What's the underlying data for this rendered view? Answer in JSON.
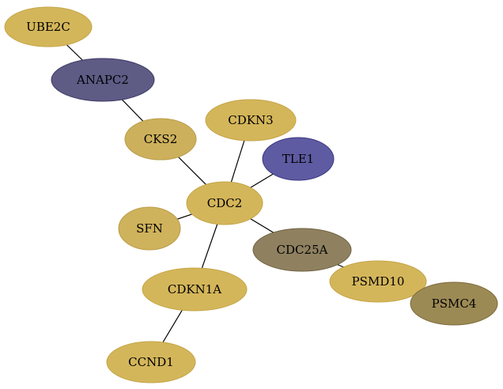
{
  "nodes": [
    {
      "id": "UBE2C",
      "label": "UBE2C",
      "fill": "#d4b65a",
      "stroke": "#c4a548"
    },
    {
      "id": "ANAPC2",
      "label": "ANAPC2",
      "fill": "#5e5b85",
      "stroke": "#3b3865"
    },
    {
      "id": "CKS2",
      "label": "CKS2",
      "fill": "#cdb05c",
      "stroke": "#b99c48"
    },
    {
      "id": "CDKN3",
      "label": "CDKN3",
      "fill": "#d4b65a",
      "stroke": "#c4a548"
    },
    {
      "id": "TLE1",
      "label": "TLE1",
      "fill": "#5e5ba2",
      "stroke": "#3d3a80"
    },
    {
      "id": "CDC2",
      "label": "CDC2",
      "fill": "#d4b65a",
      "stroke": "#c4a548"
    },
    {
      "id": "SFN",
      "label": "SFN",
      "fill": "#cfb25c",
      "stroke": "#bb9e48"
    },
    {
      "id": "CDC25A",
      "label": "CDC25A",
      "fill": "#8f8160",
      "stroke": "#6f6242"
    },
    {
      "id": "PSMD10",
      "label": "PSMD10",
      "fill": "#d4b65a",
      "stroke": "#c4a548"
    },
    {
      "id": "PSMC4",
      "label": "PSMC4",
      "fill": "#9c8a55",
      "stroke": "#7c6b3a"
    },
    {
      "id": "CDKN1A",
      "label": "CDKN1A",
      "fill": "#d4b65a",
      "stroke": "#c4a548"
    },
    {
      "id": "CCND1",
      "label": "CCND1",
      "fill": "#d4b65a",
      "stroke": "#c4a548"
    }
  ],
  "edges": [
    [
      "UBE2C",
      "ANAPC2"
    ],
    [
      "ANAPC2",
      "CKS2"
    ],
    [
      "CKS2",
      "CDC2"
    ],
    [
      "CDKN3",
      "CDC2"
    ],
    [
      "TLE1",
      "CDC2"
    ],
    [
      "SFN",
      "CDC2"
    ],
    [
      "CDC2",
      "CDC25A"
    ],
    [
      "CDC2",
      "CDKN1A"
    ],
    [
      "CDC25A",
      "PSMD10"
    ],
    [
      "PSMD10",
      "PSMC4"
    ],
    [
      "CDKN1A",
      "CCND1"
    ]
  ]
}
